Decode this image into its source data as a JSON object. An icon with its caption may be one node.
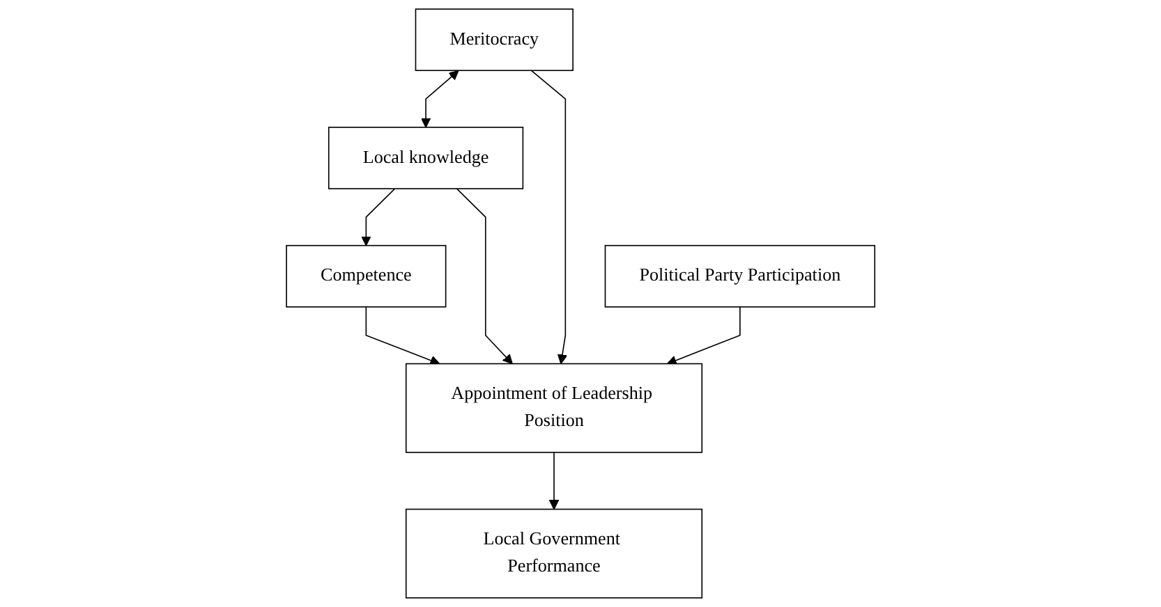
{
  "diagram": {
    "nodes": [
      {
        "text": [
          "Competence"
        ]
      },
      {
        "text": [
          "Local knowledge"
        ]
      },
      {
        "text": [
          "Meritocracy"
        ]
      },
      {
        "text": [
          "Appointment of Leadership Position"
        ]
      },
      {
        "text": [
          "Political Party Participation"
        ]
      },
      {
        "text": [
          "Local Government Performance"
        ]
      }
    ],
    "edges": [
      {
        "from": 2,
        "to": 1,
        "arrow": "both"
      },
      {
        "from": 1,
        "to": 0,
        "arrow": "to"
      },
      {
        "from": 0,
        "to": 3,
        "arrow": "to"
      },
      {
        "from": 1,
        "to": 3,
        "arrow": "to"
      },
      {
        "from": 2,
        "to": 3,
        "arrow": "to"
      },
      {
        "from": 4,
        "to": 3,
        "arrow": "to"
      },
      {
        "from": 3,
        "to": 5,
        "arrow": "to"
      }
    ]
  }
}
